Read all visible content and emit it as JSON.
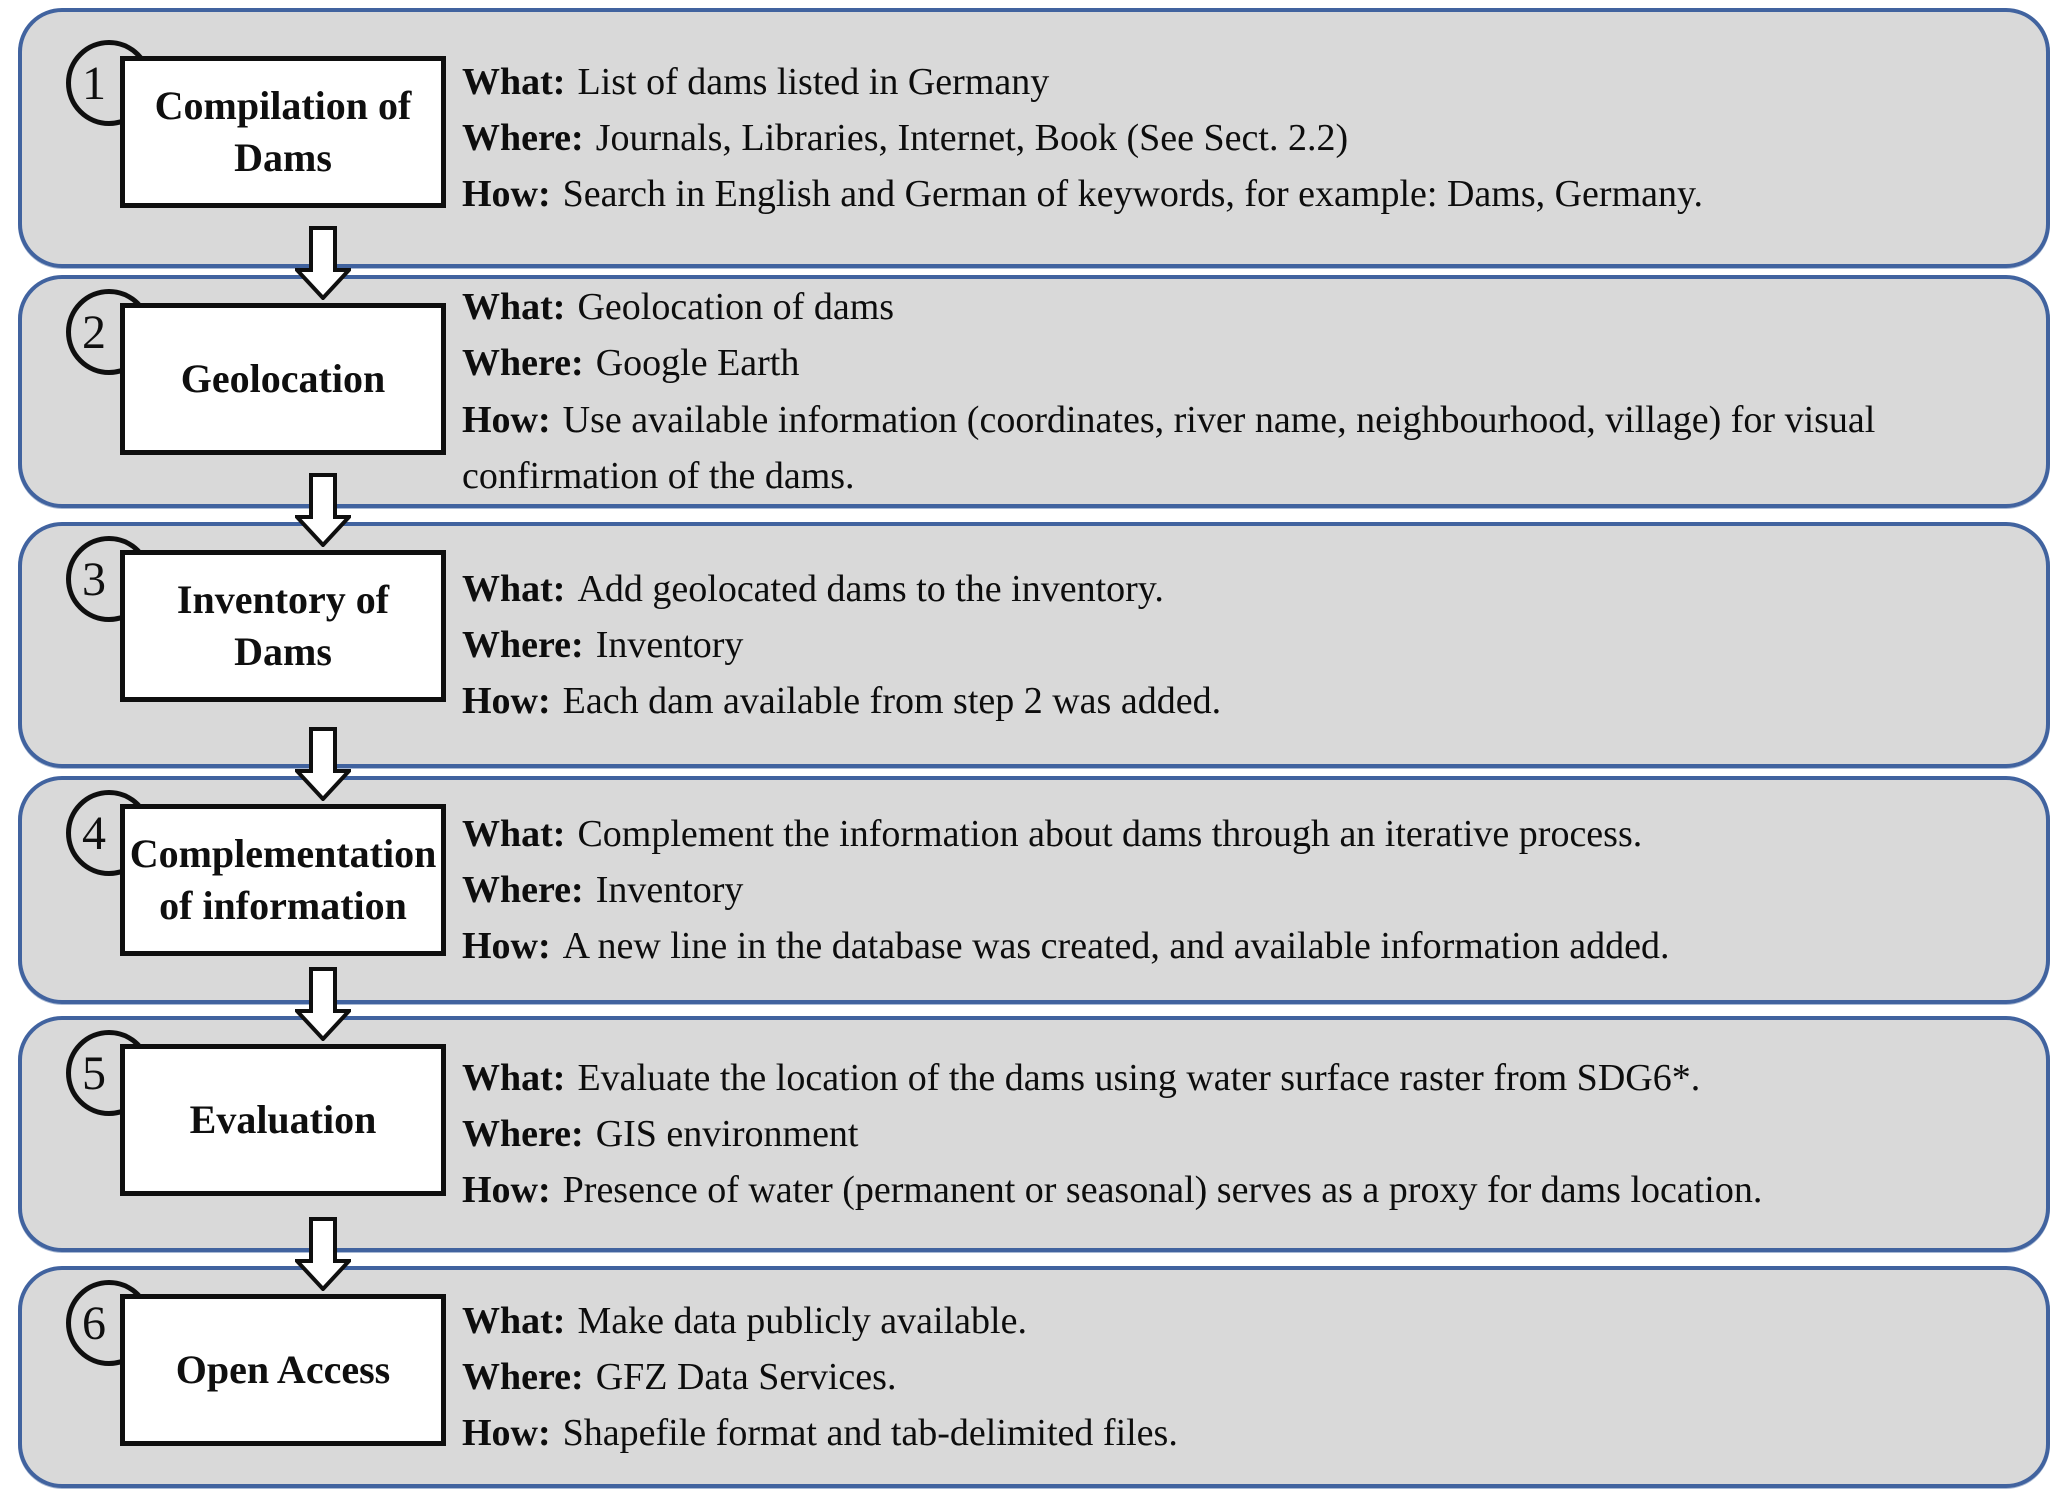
{
  "diagram": {
    "type": "flowchart",
    "panel_fill_color": "#d9d9d9",
    "panel_border_color": "#41639f",
    "box_fill_color": "#ffffff",
    "box_border_color": "#0f0f0f",
    "arrow_fill_color": "#ffffff",
    "steps": [
      {
        "number": "1",
        "title": "Compilation of Dams",
        "lines": [
          {
            "label": "What:",
            "text": "List of dams listed in Germany"
          },
          {
            "label": "Where:",
            "text": "Journals, Libraries, Internet, Book (See Sect. 2.2)"
          },
          {
            "label": "How:",
            "text": "Search in English and German of keywords, for example: Dams, Germany."
          }
        ]
      },
      {
        "number": "2",
        "title": "Geolocation",
        "lines": [
          {
            "label": "What:",
            "text": "Geolocation of dams"
          },
          {
            "label": "Where:",
            "text": "Google Earth"
          },
          {
            "label": "How:",
            "text": "Use available information (coordinates, river name, neighbourhood, village) for visual confirmation of the dams."
          }
        ]
      },
      {
        "number": "3",
        "title": "Inventory of Dams",
        "lines": [
          {
            "label": "What:",
            "text": "Add geolocated dams to the inventory."
          },
          {
            "label": "Where:",
            "text": "Inventory"
          },
          {
            "label": "How:",
            "text": "Each dam available from step 2 was added."
          }
        ]
      },
      {
        "number": "4",
        "title": "Complementation of information",
        "lines": [
          {
            "label": "What:",
            "text": "Complement the information about dams through an iterative process."
          },
          {
            "label": "Where:",
            "text": "Inventory"
          },
          {
            "label": "How:",
            "text": "A new line in the database was created, and available information added."
          }
        ]
      },
      {
        "number": "5",
        "title": "Evaluation",
        "lines": [
          {
            "label": "What:",
            "text": "Evaluate the location of the dams using water surface raster from SDG6*."
          },
          {
            "label": "Where:",
            "text": "GIS environment"
          },
          {
            "label": "How:",
            "text": "Presence of water (permanent or seasonal) serves as a proxy for dams location."
          }
        ]
      },
      {
        "number": "6",
        "title": "Open Access",
        "lines": [
          {
            "label": "What:",
            "text": "Make data publicly available."
          },
          {
            "label": "Where:",
            "text": "GFZ Data Services."
          },
          {
            "label": "How:",
            "text": "Shapefile format and tab-delimited files."
          }
        ]
      }
    ]
  }
}
